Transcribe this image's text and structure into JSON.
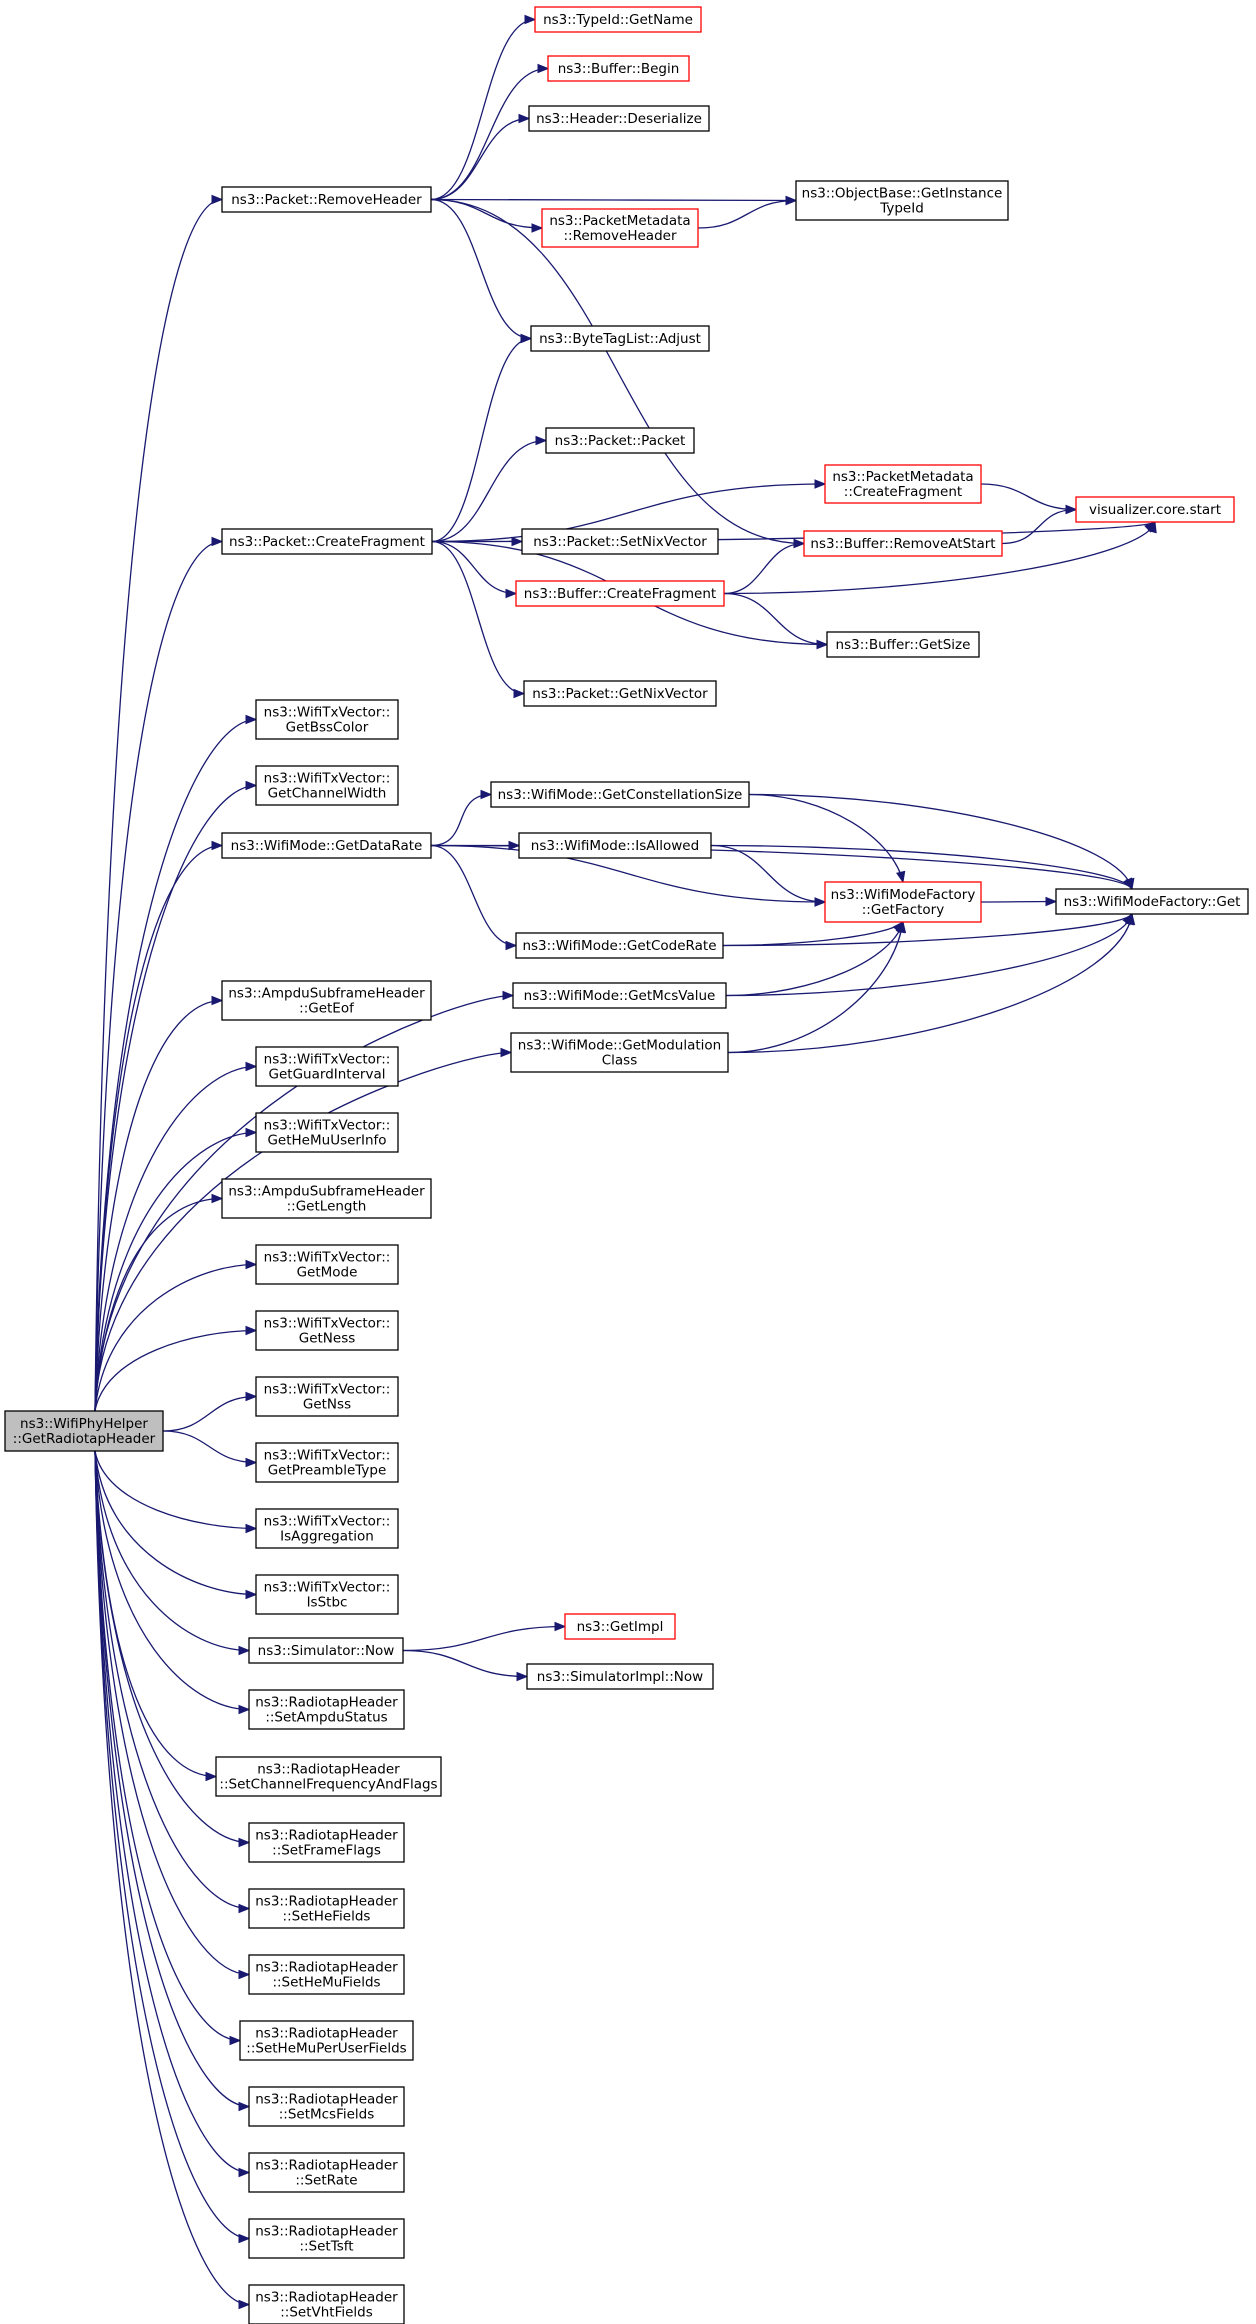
{
  "colors": {
    "edge": "#191970",
    "border": "#000000",
    "border_truncated": "#ff0000",
    "root_fill": "#bfbfbf",
    "node_fill": "#ffffff"
  },
  "nodes": [
    {
      "id": "root",
      "lines": [
        "ns3::WifiPhyHelper",
        "::GetRadiotapHeader"
      ],
      "kind": "root"
    },
    {
      "id": "typeid_getname",
      "lines": [
        "ns3::TypeId::GetName"
      ],
      "kind": "truncated"
    },
    {
      "id": "buffer_begin",
      "lines": [
        "ns3::Buffer::Begin"
      ],
      "kind": "truncated"
    },
    {
      "id": "header_deserialize",
      "lines": [
        "ns3::Header::Deserialize"
      ],
      "kind": "normal"
    },
    {
      "id": "packet_removeheader",
      "lines": [
        "ns3::Packet::RemoveHeader"
      ],
      "kind": "normal"
    },
    {
      "id": "objectbase_getinstancetypeid",
      "lines": [
        "ns3::ObjectBase::GetInstance",
        "TypeId"
      ],
      "kind": "normal"
    },
    {
      "id": "packetmetadata_removeheader",
      "lines": [
        "ns3::PacketMetadata",
        "::RemoveHeader"
      ],
      "kind": "truncated"
    },
    {
      "id": "bytetaglist_adjust",
      "lines": [
        "ns3::ByteTagList::Adjust"
      ],
      "kind": "normal"
    },
    {
      "id": "packet_packet",
      "lines": [
        "ns3::Packet::Packet"
      ],
      "kind": "normal"
    },
    {
      "id": "packetmetadata_createfragment",
      "lines": [
        "ns3::PacketMetadata",
        "::CreateFragment"
      ],
      "kind": "truncated"
    },
    {
      "id": "visualizer_core_start",
      "lines": [
        "visualizer.core.start"
      ],
      "kind": "truncated"
    },
    {
      "id": "packet_createfragment",
      "lines": [
        "ns3::Packet::CreateFragment"
      ],
      "kind": "normal"
    },
    {
      "id": "packet_setnixvector",
      "lines": [
        "ns3::Packet::SetNixVector"
      ],
      "kind": "normal"
    },
    {
      "id": "buffer_removeatstart",
      "lines": [
        "ns3::Buffer::RemoveAtStart"
      ],
      "kind": "truncated"
    },
    {
      "id": "buffer_createfragment",
      "lines": [
        "ns3::Buffer::CreateFragment"
      ],
      "kind": "truncated"
    },
    {
      "id": "buffer_getsize",
      "lines": [
        "ns3::Buffer::GetSize"
      ],
      "kind": "normal"
    },
    {
      "id": "packet_getnixvector",
      "lines": [
        "ns3::Packet::GetNixVector"
      ],
      "kind": "normal"
    },
    {
      "id": "txv_getbsscolor",
      "lines": [
        "ns3::WifiTxVector::",
        "GetBssColor"
      ],
      "kind": "normal"
    },
    {
      "id": "txv_getchannelwidth",
      "lines": [
        "ns3::WifiTxVector::",
        "GetChannelWidth"
      ],
      "kind": "normal"
    },
    {
      "id": "wifimode_getconstellationsize",
      "lines": [
        "ns3::WifiMode::GetConstellationSize"
      ],
      "kind": "normal"
    },
    {
      "id": "wifimode_getdatarate",
      "lines": [
        "ns3::WifiMode::GetDataRate"
      ],
      "kind": "normal"
    },
    {
      "id": "wifimode_isallowed",
      "lines": [
        "ns3::WifiMode::IsAllowed"
      ],
      "kind": "normal"
    },
    {
      "id": "wifimodefactory_getfactory",
      "lines": [
        "ns3::WifiModeFactory",
        "::GetFactory"
      ],
      "kind": "truncated"
    },
    {
      "id": "wifimodefactory_get",
      "lines": [
        "ns3::WifiModeFactory::Get"
      ],
      "kind": "normal"
    },
    {
      "id": "wifimode_getcoderate",
      "lines": [
        "ns3::WifiMode::GetCodeRate"
      ],
      "kind": "normal"
    },
    {
      "id": "wifimode_getmcsvalue",
      "lines": [
        "ns3::WifiMode::GetMcsValue"
      ],
      "kind": "normal"
    },
    {
      "id": "ampdu_geteof",
      "lines": [
        "ns3::AmpduSubframeHeader",
        "::GetEof"
      ],
      "kind": "normal"
    },
    {
      "id": "wifimode_getmodulationclass",
      "lines": [
        "ns3::WifiMode::GetModulation",
        "Class"
      ],
      "kind": "normal"
    },
    {
      "id": "txv_getguardinterval",
      "lines": [
        "ns3::WifiTxVector::",
        "GetGuardInterval"
      ],
      "kind": "normal"
    },
    {
      "id": "txv_gethemuuserinfo",
      "lines": [
        "ns3::WifiTxVector::",
        "GetHeMuUserInfo"
      ],
      "kind": "normal"
    },
    {
      "id": "ampdu_getlength",
      "lines": [
        "ns3::AmpduSubframeHeader",
        "::GetLength"
      ],
      "kind": "normal"
    },
    {
      "id": "txv_getmode",
      "lines": [
        "ns3::WifiTxVector::",
        "GetMode"
      ],
      "kind": "normal"
    },
    {
      "id": "txv_getness",
      "lines": [
        "ns3::WifiTxVector::",
        "GetNess"
      ],
      "kind": "normal"
    },
    {
      "id": "txv_getnss",
      "lines": [
        "ns3::WifiTxVector::",
        "GetNss"
      ],
      "kind": "normal"
    },
    {
      "id": "txv_getpreambletype",
      "lines": [
        "ns3::WifiTxVector::",
        "GetPreambleType"
      ],
      "kind": "normal"
    },
    {
      "id": "txv_isaggregation",
      "lines": [
        "ns3::WifiTxVector::",
        "IsAggregation"
      ],
      "kind": "normal"
    },
    {
      "id": "txv_isstbc",
      "lines": [
        "ns3::WifiTxVector::",
        "IsStbc"
      ],
      "kind": "normal"
    },
    {
      "id": "simulator_now",
      "lines": [
        "ns3::Simulator::Now"
      ],
      "kind": "normal"
    },
    {
      "id": "getimpl",
      "lines": [
        "ns3::GetImpl"
      ],
      "kind": "truncated"
    },
    {
      "id": "simulatorimpl_now",
      "lines": [
        "ns3::SimulatorImpl::Now"
      ],
      "kind": "normal"
    },
    {
      "id": "rh_setampdustatus",
      "lines": [
        "ns3::RadiotapHeader",
        "::SetAmpduStatus"
      ],
      "kind": "normal"
    },
    {
      "id": "rh_setchannelfrequencyandflags",
      "lines": [
        "ns3::RadiotapHeader",
        "::SetChannelFrequencyAndFlags"
      ],
      "kind": "normal"
    },
    {
      "id": "rh_setframeflags",
      "lines": [
        "ns3::RadiotapHeader",
        "::SetFrameFlags"
      ],
      "kind": "normal"
    },
    {
      "id": "rh_sethefields",
      "lines": [
        "ns3::RadiotapHeader",
        "::SetHeFields"
      ],
      "kind": "normal"
    },
    {
      "id": "rh_sethemufields",
      "lines": [
        "ns3::RadiotapHeader",
        "::SetHeMuFields"
      ],
      "kind": "normal"
    },
    {
      "id": "rh_sethemuperuserfields",
      "lines": [
        "ns3::RadiotapHeader",
        "::SetHeMuPerUserFields"
      ],
      "kind": "normal"
    },
    {
      "id": "rh_setmcsfields",
      "lines": [
        "ns3::RadiotapHeader",
        "::SetMcsFields"
      ],
      "kind": "normal"
    },
    {
      "id": "rh_setrate",
      "lines": [
        "ns3::RadiotapHeader",
        "::SetRate"
      ],
      "kind": "normal"
    },
    {
      "id": "rh_settsft",
      "lines": [
        "ns3::RadiotapHeader",
        "::SetTsft"
      ],
      "kind": "normal"
    },
    {
      "id": "rh_setvhtfields",
      "lines": [
        "ns3::RadiotapHeader",
        "::SetVhtFields"
      ],
      "kind": "normal"
    }
  ],
  "edges": [
    [
      "root",
      "packet_removeheader"
    ],
    [
      "root",
      "packet_createfragment"
    ],
    [
      "root",
      "txv_getbsscolor"
    ],
    [
      "root",
      "txv_getchannelwidth"
    ],
    [
      "root",
      "wifimode_getdatarate"
    ],
    [
      "root",
      "wifimode_getmcsvalue"
    ],
    [
      "root",
      "wifimode_getmodulationclass"
    ],
    [
      "root",
      "ampdu_geteof"
    ],
    [
      "root",
      "txv_getguardinterval"
    ],
    [
      "root",
      "txv_gethemuuserinfo"
    ],
    [
      "root",
      "ampdu_getlength"
    ],
    [
      "root",
      "txv_getmode"
    ],
    [
      "root",
      "txv_getness"
    ],
    [
      "root",
      "txv_getnss"
    ],
    [
      "root",
      "txv_getpreambletype"
    ],
    [
      "root",
      "txv_isaggregation"
    ],
    [
      "root",
      "txv_isstbc"
    ],
    [
      "root",
      "simulator_now"
    ],
    [
      "root",
      "rh_setampdustatus"
    ],
    [
      "root",
      "rh_setchannelfrequencyandflags"
    ],
    [
      "root",
      "rh_setframeflags"
    ],
    [
      "root",
      "rh_sethefields"
    ],
    [
      "root",
      "rh_sethemufields"
    ],
    [
      "root",
      "rh_sethemuperuserfields"
    ],
    [
      "root",
      "rh_setmcsfields"
    ],
    [
      "root",
      "rh_setrate"
    ],
    [
      "root",
      "rh_settsft"
    ],
    [
      "root",
      "rh_setvhtfields"
    ],
    [
      "packet_removeheader",
      "typeid_getname"
    ],
    [
      "packet_removeheader",
      "buffer_begin"
    ],
    [
      "packet_removeheader",
      "header_deserialize"
    ],
    [
      "packet_removeheader",
      "objectbase_getinstancetypeid"
    ],
    [
      "packet_removeheader",
      "packetmetadata_removeheader"
    ],
    [
      "packet_removeheader",
      "buffer_removeatstart"
    ],
    [
      "packet_removeheader",
      "bytetaglist_adjust"
    ],
    [
      "packetmetadata_removeheader",
      "objectbase_getinstancetypeid"
    ],
    [
      "packet_createfragment",
      "bytetaglist_adjust"
    ],
    [
      "packet_createfragment",
      "visualizer_core_start"
    ],
    [
      "packet_createfragment",
      "packet_packet"
    ],
    [
      "packet_createfragment",
      "packetmetadata_createfragment"
    ],
    [
      "packet_createfragment",
      "packet_setnixvector"
    ],
    [
      "packet_createfragment",
      "buffer_createfragment"
    ],
    [
      "packet_createfragment",
      "buffer_getsize"
    ],
    [
      "packet_createfragment",
      "packet_getnixvector"
    ],
    [
      "packetmetadata_createfragment",
      "visualizer_core_start"
    ],
    [
      "buffer_removeatstart",
      "visualizer_core_start"
    ],
    [
      "buffer_createfragment",
      "visualizer_core_start"
    ],
    [
      "buffer_createfragment",
      "buffer_removeatstart"
    ],
    [
      "buffer_createfragment",
      "buffer_getsize"
    ],
    [
      "wifimode_getdatarate",
      "wifimodefactory_get"
    ],
    [
      "wifimode_getdatarate",
      "wifimode_getconstellationsize"
    ],
    [
      "wifimode_getdatarate",
      "wifimode_isallowed"
    ],
    [
      "wifimode_getdatarate",
      "wifimodefactory_getfactory"
    ],
    [
      "wifimode_getdatarate",
      "wifimode_getcoderate"
    ],
    [
      "wifimode_getconstellationsize",
      "wifimodefactory_getfactory"
    ],
    [
      "wifimode_getconstellationsize",
      "wifimodefactory_get"
    ],
    [
      "wifimode_isallowed",
      "wifimodefactory_getfactory"
    ],
    [
      "wifimode_isallowed",
      "wifimodefactory_get"
    ],
    [
      "wifimodefactory_getfactory",
      "wifimodefactory_get"
    ],
    [
      "wifimode_getcoderate",
      "wifimodefactory_getfactory"
    ],
    [
      "wifimode_getcoderate",
      "wifimodefactory_get"
    ],
    [
      "wifimode_getmcsvalue",
      "wifimodefactory_getfactory"
    ],
    [
      "wifimode_getmcsvalue",
      "wifimodefactory_get"
    ],
    [
      "wifimode_getmodulationclass",
      "wifimodefactory_getfactory"
    ],
    [
      "wifimode_getmodulationclass",
      "wifimodefactory_get"
    ],
    [
      "simulator_now",
      "getimpl"
    ],
    [
      "simulator_now",
      "simulatorimpl_now"
    ]
  ]
}
